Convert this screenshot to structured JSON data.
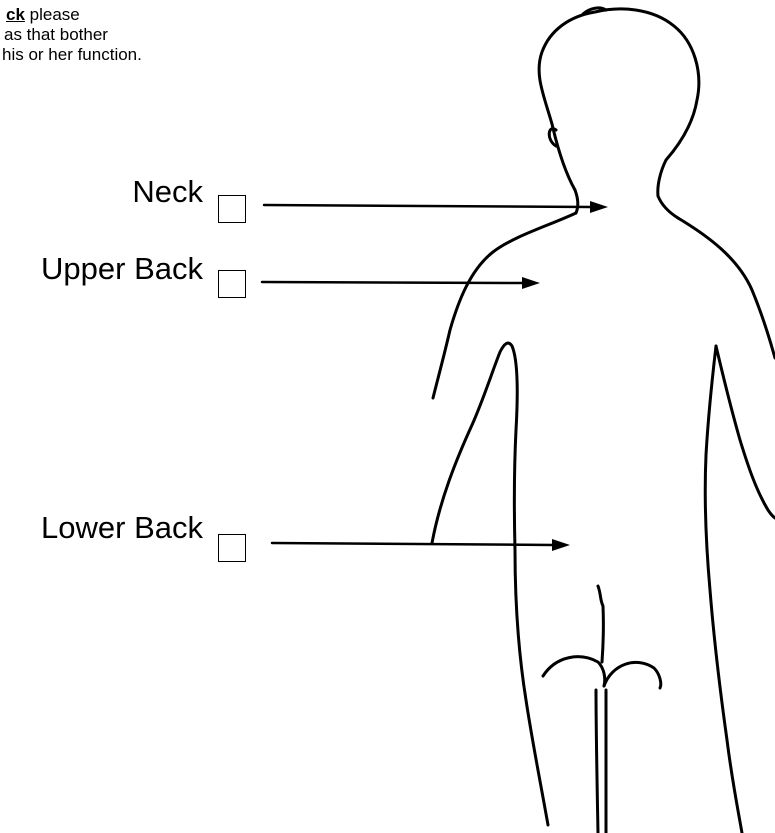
{
  "instructions": {
    "line1_bold": "ck",
    "line1_rest": " please",
    "line2": "as that bother",
    "line3": "his or her function."
  },
  "areas": [
    {
      "id": "neck",
      "label": "Neck"
    },
    {
      "id": "upper_back",
      "label": "Upper Back"
    },
    {
      "id": "lower_back",
      "label": "Lower Back"
    }
  ],
  "colors": {
    "ink": "#000000",
    "background": "#ffffff"
  },
  "icons": {
    "body_figure": "human-back-outline",
    "pointer": "arrow-right"
  }
}
